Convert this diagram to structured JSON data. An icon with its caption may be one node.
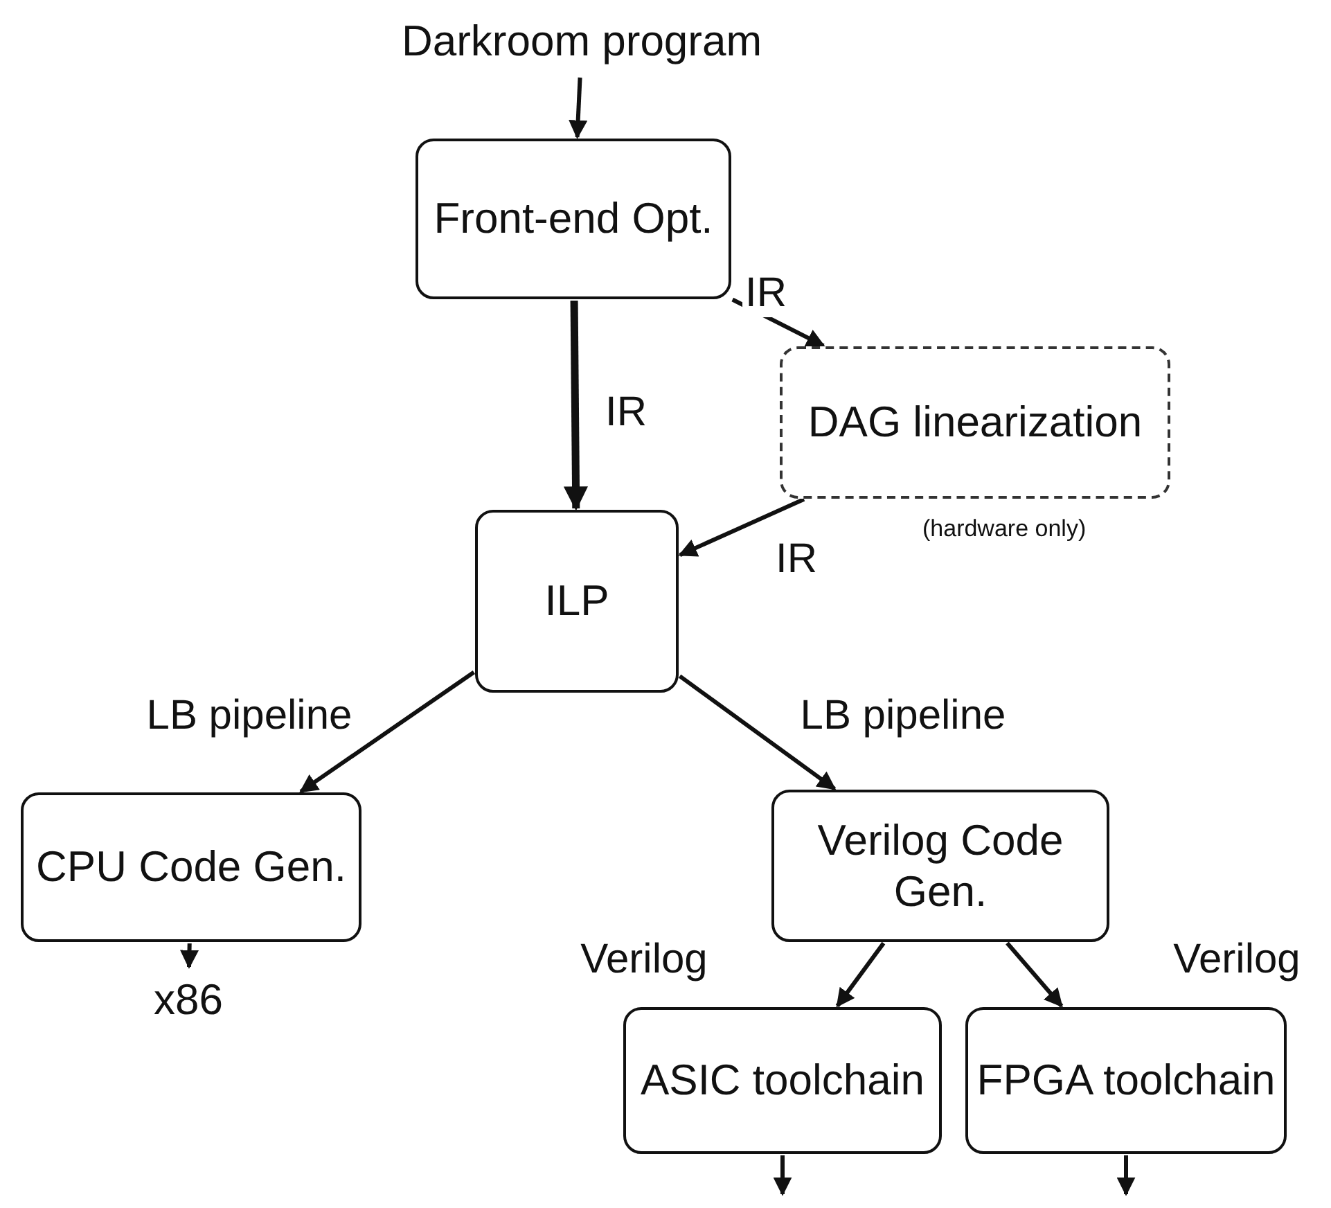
{
  "diagram": {
    "nodes": [
      {
        "text": [
          "Darkroom program"
        ]
      },
      {
        "text": [
          "Front-end Opt."
        ]
      },
      {
        "text": [
          "DAG linearization"
        ],
        "beside": [
          "(hardware only)"
        ]
      },
      {
        "text": [
          "ILP"
        ]
      },
      {
        "text": [
          "CPU Code Gen."
        ]
      },
      {
        "text": [
          "x86"
        ]
      },
      {
        "text": [
          "Verilog Code Gen."
        ]
      },
      {
        "text": [
          "ASIC toolchain"
        ]
      },
      {
        "text": [
          "FPGA toolchain"
        ]
      }
    ],
    "edges": [
      {
        "from": 0,
        "to": 1,
        "arrow": "to"
      },
      {
        "from": 1,
        "to": 3,
        "arrow": "to",
        "label": "IR",
        "style": "thick"
      },
      {
        "from": 1,
        "to": 2,
        "arrow": "to",
        "label": "IR"
      },
      {
        "from": 2,
        "to": 3,
        "arrow": "to",
        "label": "IR"
      },
      {
        "from": 3,
        "to": 4,
        "arrow": "to",
        "label": "LB pipeline"
      },
      {
        "from": 3,
        "to": 6,
        "arrow": "to",
        "label": "LB pipeline"
      },
      {
        "from": 4,
        "to": 5,
        "arrow": "to"
      },
      {
        "from": 6,
        "to": 7,
        "arrow": "to",
        "label": "Verilog"
      },
      {
        "from": 6,
        "to": 8,
        "arrow": "to",
        "label": "Verilog"
      },
      {
        "from": 7,
        "to": null,
        "arrow": "to"
      },
      {
        "from": 8,
        "to": null,
        "arrow": "to"
      }
    ]
  }
}
